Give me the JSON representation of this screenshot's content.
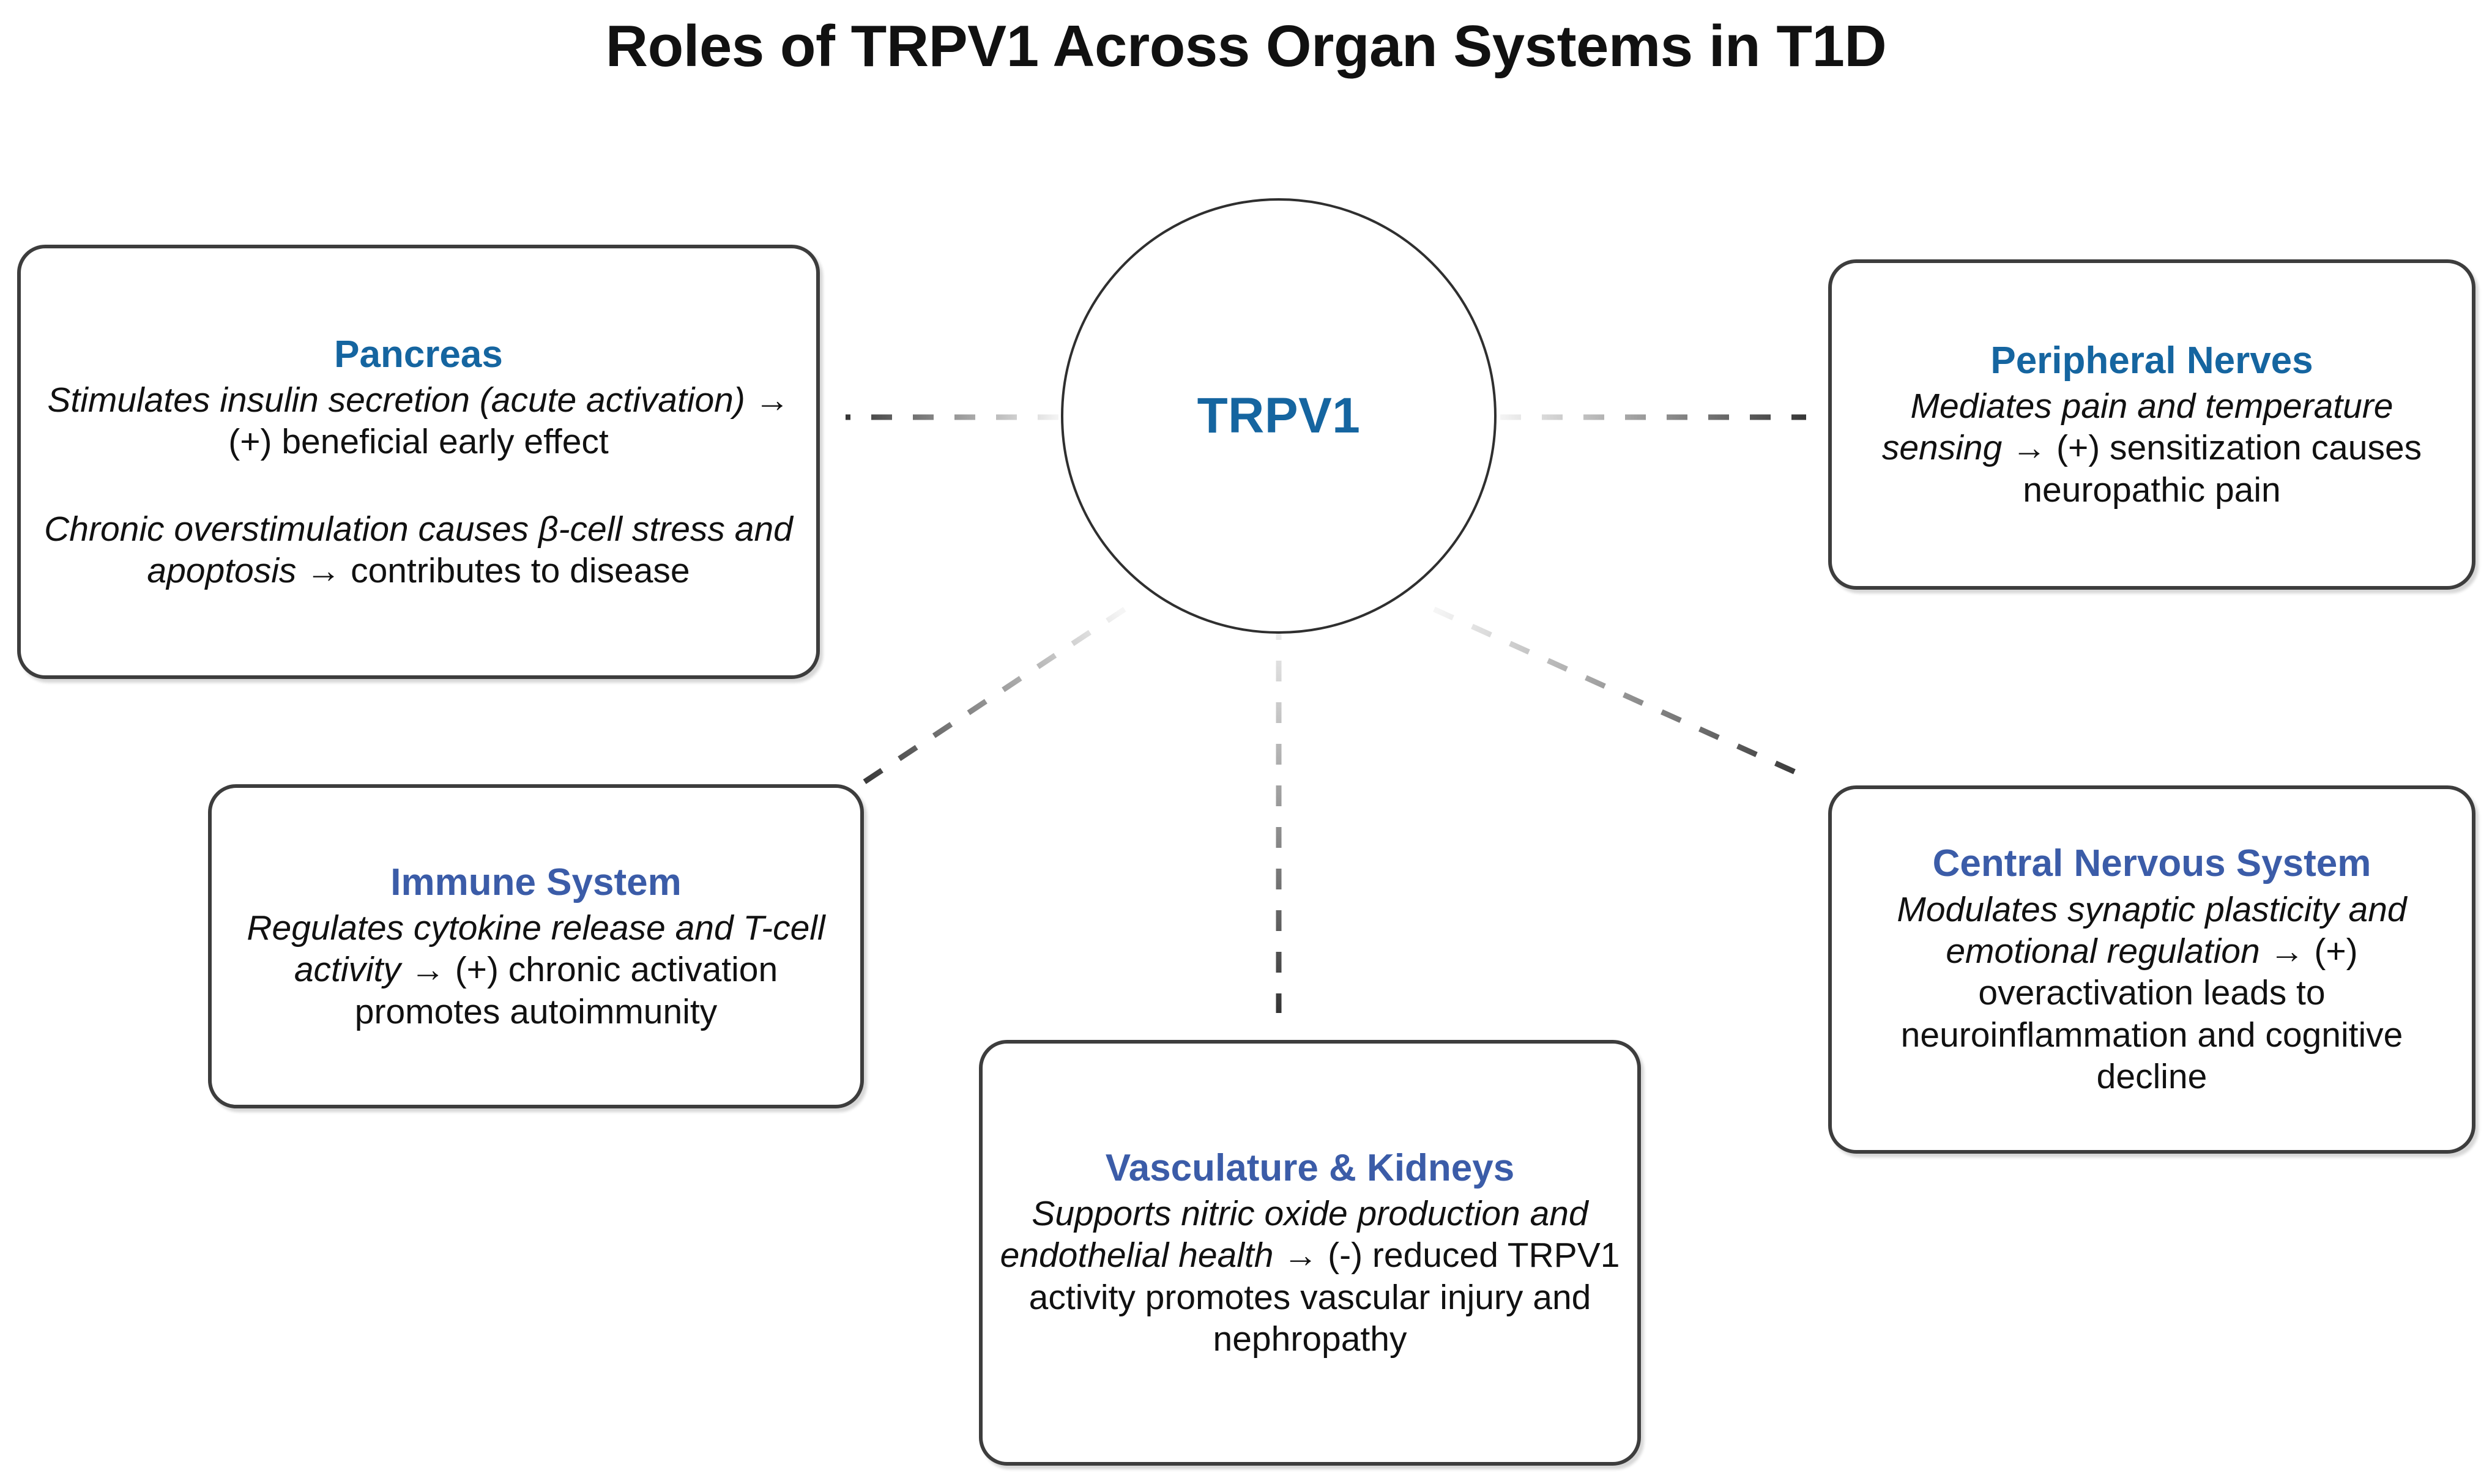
{
  "title": "Roles of TRPV1 Across Organ Systems in T1D",
  "hub": {
    "label": "TRPV1",
    "color": "#1565a0"
  },
  "colors": {
    "accent_teal": "#1565a0",
    "accent_royal": "#3b5ca8",
    "box_border": "#3d3d3d",
    "text": "#111111",
    "background": "#ffffff",
    "connector": "#333333"
  },
  "nodes": [
    {
      "id": "pancreas",
      "title": "Pancreas",
      "title_color": "#1565a0",
      "paragraphs": [
        {
          "italic": "Stimulates insulin secretion (acute activation) →",
          "roman": "(+) beneficial early effect"
        },
        {
          "italic": "Chronic overstimulation causes β-cell stress and apoptosis →",
          "roman": "contributes to disease"
        }
      ]
    },
    {
      "id": "peripheral",
      "title": "Peripheral Nerves",
      "title_color": "#1565a0",
      "paragraphs": [
        {
          "italic": "Mediates pain and temperature sensing →",
          "roman": "(+) sensitization causes neuropathic pain"
        }
      ]
    },
    {
      "id": "immune",
      "title": "Immune System",
      "title_color": "#3b5ca8",
      "paragraphs": [
        {
          "italic": "Regulates cytokine release and T-cell activity →",
          "roman": "(+) chronic activation promotes autoimmunity"
        }
      ]
    },
    {
      "id": "vasculature",
      "title": "Vasculature & Kidneys",
      "title_color": "#3b5ca8",
      "paragraphs": [
        {
          "italic": "Supports nitric oxide production and endothelial health →",
          "roman": "(-) reduced TRPV1 activity promotes vascular injury and nephropathy"
        }
      ]
    },
    {
      "id": "cns",
      "title": "Central Nervous System",
      "title_color": "#3b5ca8",
      "paragraphs": [
        {
          "italic": "Modulates synaptic plasticity and emotional regulation →",
          "roman": "(+) overactivation leads to neuroinflammation and cognitive decline"
        }
      ]
    }
  ],
  "connectors": [
    {
      "id": "hub-to-pancreas",
      "from": "TRPV1",
      "to": "Pancreas",
      "style": "dashed"
    },
    {
      "id": "hub-to-peripheral",
      "from": "TRPV1",
      "to": "Peripheral Nerves",
      "style": "dashed"
    },
    {
      "id": "hub-to-immune",
      "from": "TRPV1",
      "to": "Immune System",
      "style": "dashed"
    },
    {
      "id": "hub-to-vasculature",
      "from": "TRPV1",
      "to": "Vasculature & Kidneys",
      "style": "dashed"
    },
    {
      "id": "hub-to-cns",
      "from": "TRPV1",
      "to": "Central Nervous System",
      "style": "dashed"
    }
  ]
}
